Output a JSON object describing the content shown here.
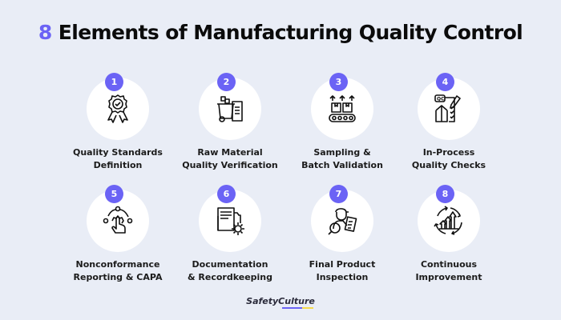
{
  "title": {
    "number": "8",
    "text": " Elements of Manufacturing Quality Control"
  },
  "colors": {
    "accent": "#6b63f5",
    "background": "#e9edf6",
    "circle": "#ffffff"
  },
  "items": [
    {
      "num": "1",
      "line1": "Quality Standards",
      "line2": "Definition",
      "icon": "award-ribbon-icon"
    },
    {
      "num": "2",
      "line1": "Raw Material",
      "line2": "Quality Verification",
      "icon": "material-cart-icon"
    },
    {
      "num": "3",
      "line1": "Sampling &",
      "line2": "Batch Validation",
      "icon": "conveyor-boxes-icon"
    },
    {
      "num": "4",
      "line1": "In-Process",
      "line2": "Quality Checks",
      "icon": "qc-checklist-box-icon"
    },
    {
      "num": "5",
      "line1": "Nonconformance",
      "line2": "Reporting & CAPA",
      "icon": "gear-hand-icon"
    },
    {
      "num": "6",
      "line1": "Documentation",
      "line2": "& Recordkeeping",
      "icon": "folder-gear-icon"
    },
    {
      "num": "7",
      "line1": "Final Product",
      "line2": "Inspection",
      "icon": "inspector-magnifier-icon"
    },
    {
      "num": "8",
      "line1": "Continuous",
      "line2": "Improvement",
      "icon": "cycle-growth-arrows-icon"
    }
  ],
  "logo": {
    "text": "SafetyCulture"
  }
}
